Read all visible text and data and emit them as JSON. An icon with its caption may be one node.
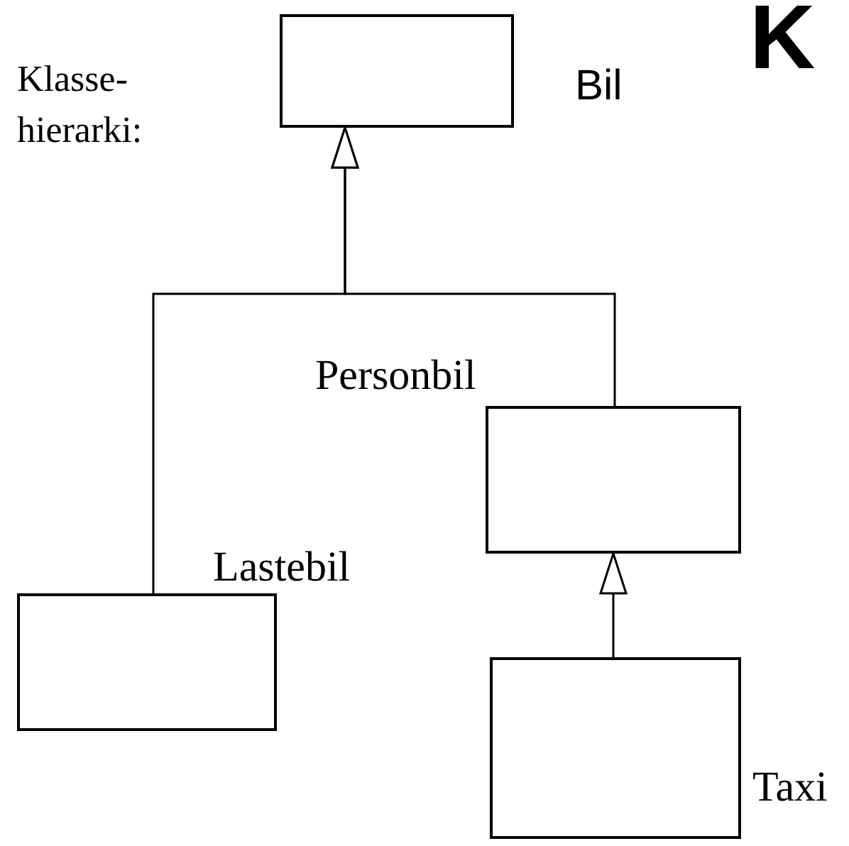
{
  "diagram": {
    "title": "K",
    "nodes": [
      {
        "text": [
          "Bil"
        ]
      },
      {
        "text": [
          "Personbil"
        ]
      },
      {
        "text": [
          "Lastebil"
        ]
      },
      {
        "text": [
          "Taxi"
        ]
      }
    ],
    "edges": [
      {
        "from": 2,
        "to": 0,
        "arrow": "to"
      },
      {
        "from": 1,
        "to": 0,
        "arrow": "to"
      },
      {
        "from": 3,
        "to": 1,
        "arrow": "to"
      }
    ],
    "labels": [
      "Klasse- hierarki:"
    ]
  }
}
